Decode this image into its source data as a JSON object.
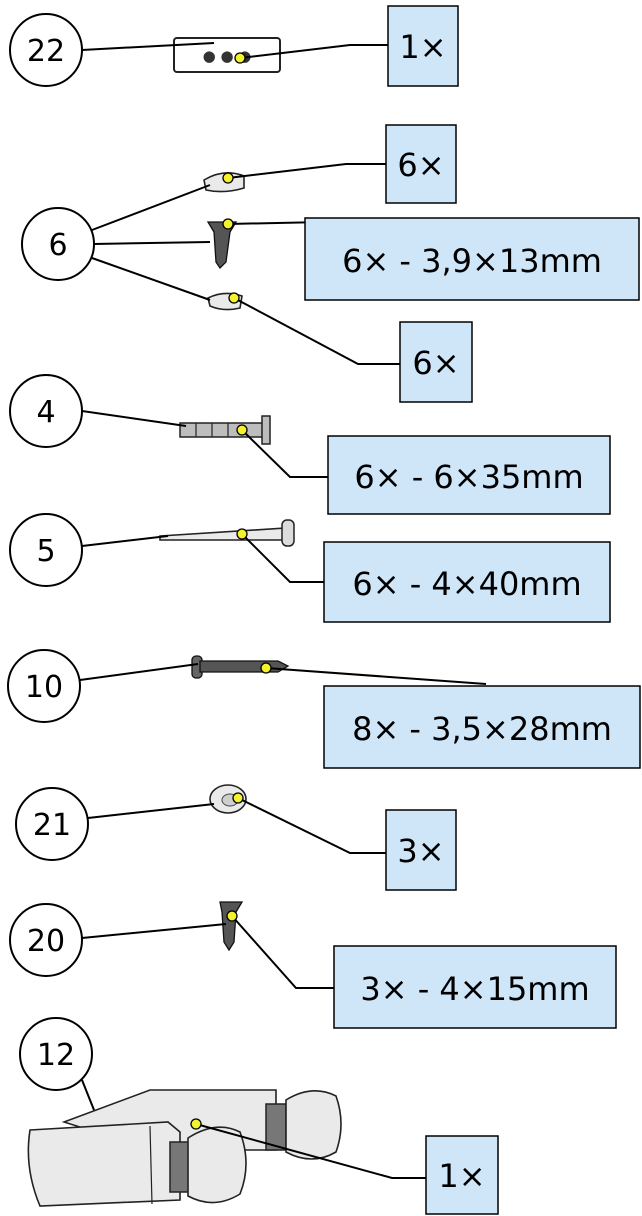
{
  "callouts": [
    {
      "id": "22",
      "label": "1×"
    },
    {
      "id": "6",
      "labels": [
        "6×",
        "6× - 3,9×13mm",
        "6×"
      ]
    },
    {
      "id": "4",
      "label": "6× - 6×35mm"
    },
    {
      "id": "5",
      "label": "6× - 4×40mm"
    },
    {
      "id": "10",
      "label": "8× - 3,5×28mm"
    },
    {
      "id": "21",
      "label": "3×"
    },
    {
      "id": "20",
      "label": "3× - 4×15mm"
    },
    {
      "id": "12",
      "label": "1×"
    }
  ],
  "colors": {
    "label_box": "#cfe5f8",
    "connection_dot": "#f4f12e",
    "outline": "#000000"
  },
  "icons": [
    "brand-plate-icon",
    "wall-plug-icon",
    "screw-icon",
    "cap-icon",
    "bar-holder-icon"
  ]
}
